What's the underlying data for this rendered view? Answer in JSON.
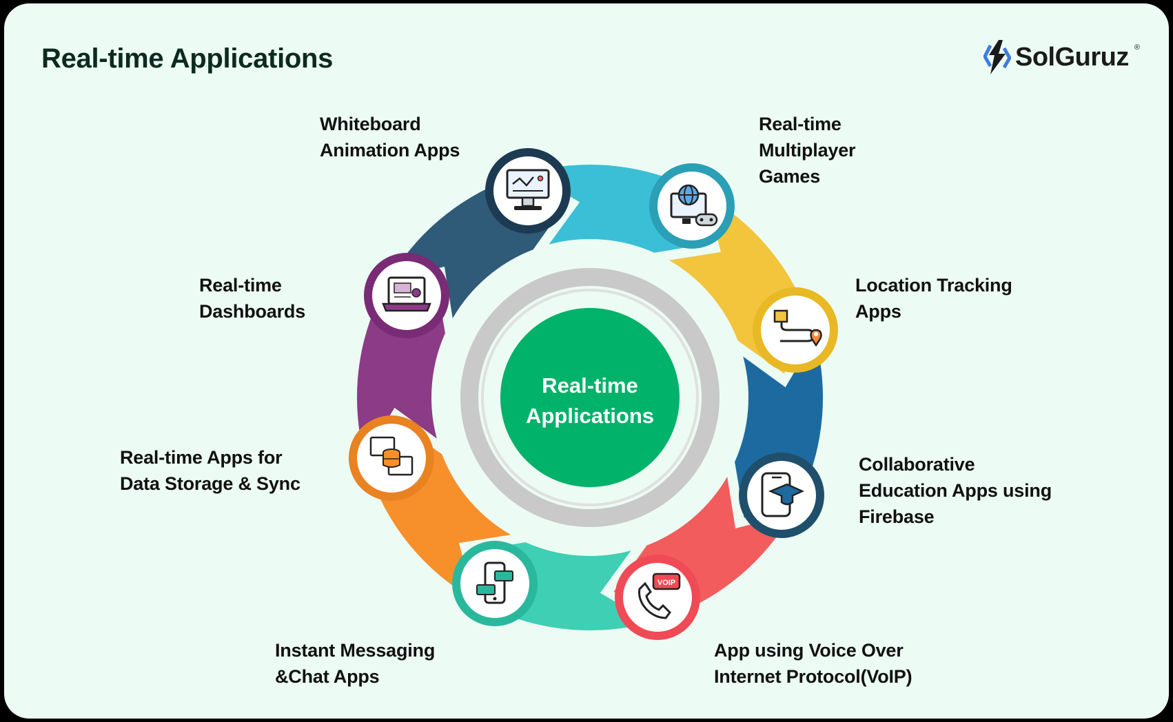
{
  "header": {
    "title": "Real-time Applications",
    "logo_text": "SolGuruz",
    "logo_mark": "®"
  },
  "center": {
    "line1": "Real-time",
    "line2": "Applications",
    "color": "#00b26a"
  },
  "items": [
    {
      "label": "Whiteboard\nAnimation Apps",
      "icon": "whiteboard-monitor-icon",
      "color": "#2f5a78"
    },
    {
      "label": "Real-time\nMultiplayer\nGames",
      "icon": "globe-gamepad-icon",
      "color": "#3bbfd6"
    },
    {
      "label": "Location Tracking\nApps",
      "icon": "route-pin-icon",
      "color": "#f2c53d"
    },
    {
      "label": "Collaborative\nEducation Apps using\nFirebase",
      "icon": "tablet-graduation-cap-icon",
      "color": "#1d6aa0"
    },
    {
      "label": "App using Voice Over\nInternet Protocol(VoIP)",
      "icon": "voip-phone-icon",
      "color": "#f25c5c"
    },
    {
      "label": "Instant Messaging\n&Chat Apps",
      "icon": "phone-chat-icon",
      "color": "#3ecfb4"
    },
    {
      "label": "Real-time Apps for\nData Storage & Sync",
      "icon": "database-sync-icon",
      "color": "#f7902b"
    },
    {
      "label": "Real-time\nDashboards",
      "icon": "laptop-dashboard-icon",
      "color": "#8c3b86"
    }
  ]
}
